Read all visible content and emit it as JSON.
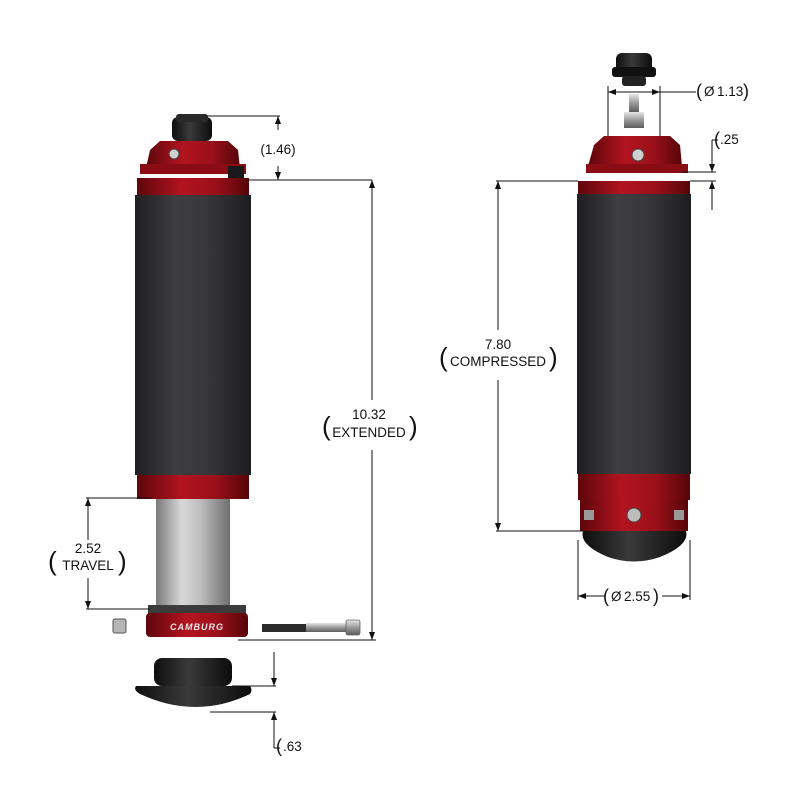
{
  "brand": "CAMBURG",
  "dimensions": {
    "top_cap": ".25",
    "bump_stop_top": "(1.46)",
    "fitting_dia": "1.13",
    "extended_value": "10.32",
    "extended_label": "EXTENDED",
    "compressed_value": "7.80",
    "compressed_label": "COMPRESSED",
    "travel_value": "2.52",
    "travel_label": "TRAVEL",
    "body_dia": "2.55",
    "cup_height": ".63",
    "diameter_symbol": "Ø"
  },
  "colors": {
    "red": "#a4111b",
    "red_dark": "#6d070d",
    "body": "#3a3a3c",
    "body_dark": "#232325",
    "shaft": "#b9b9b9",
    "line": "#111111"
  }
}
